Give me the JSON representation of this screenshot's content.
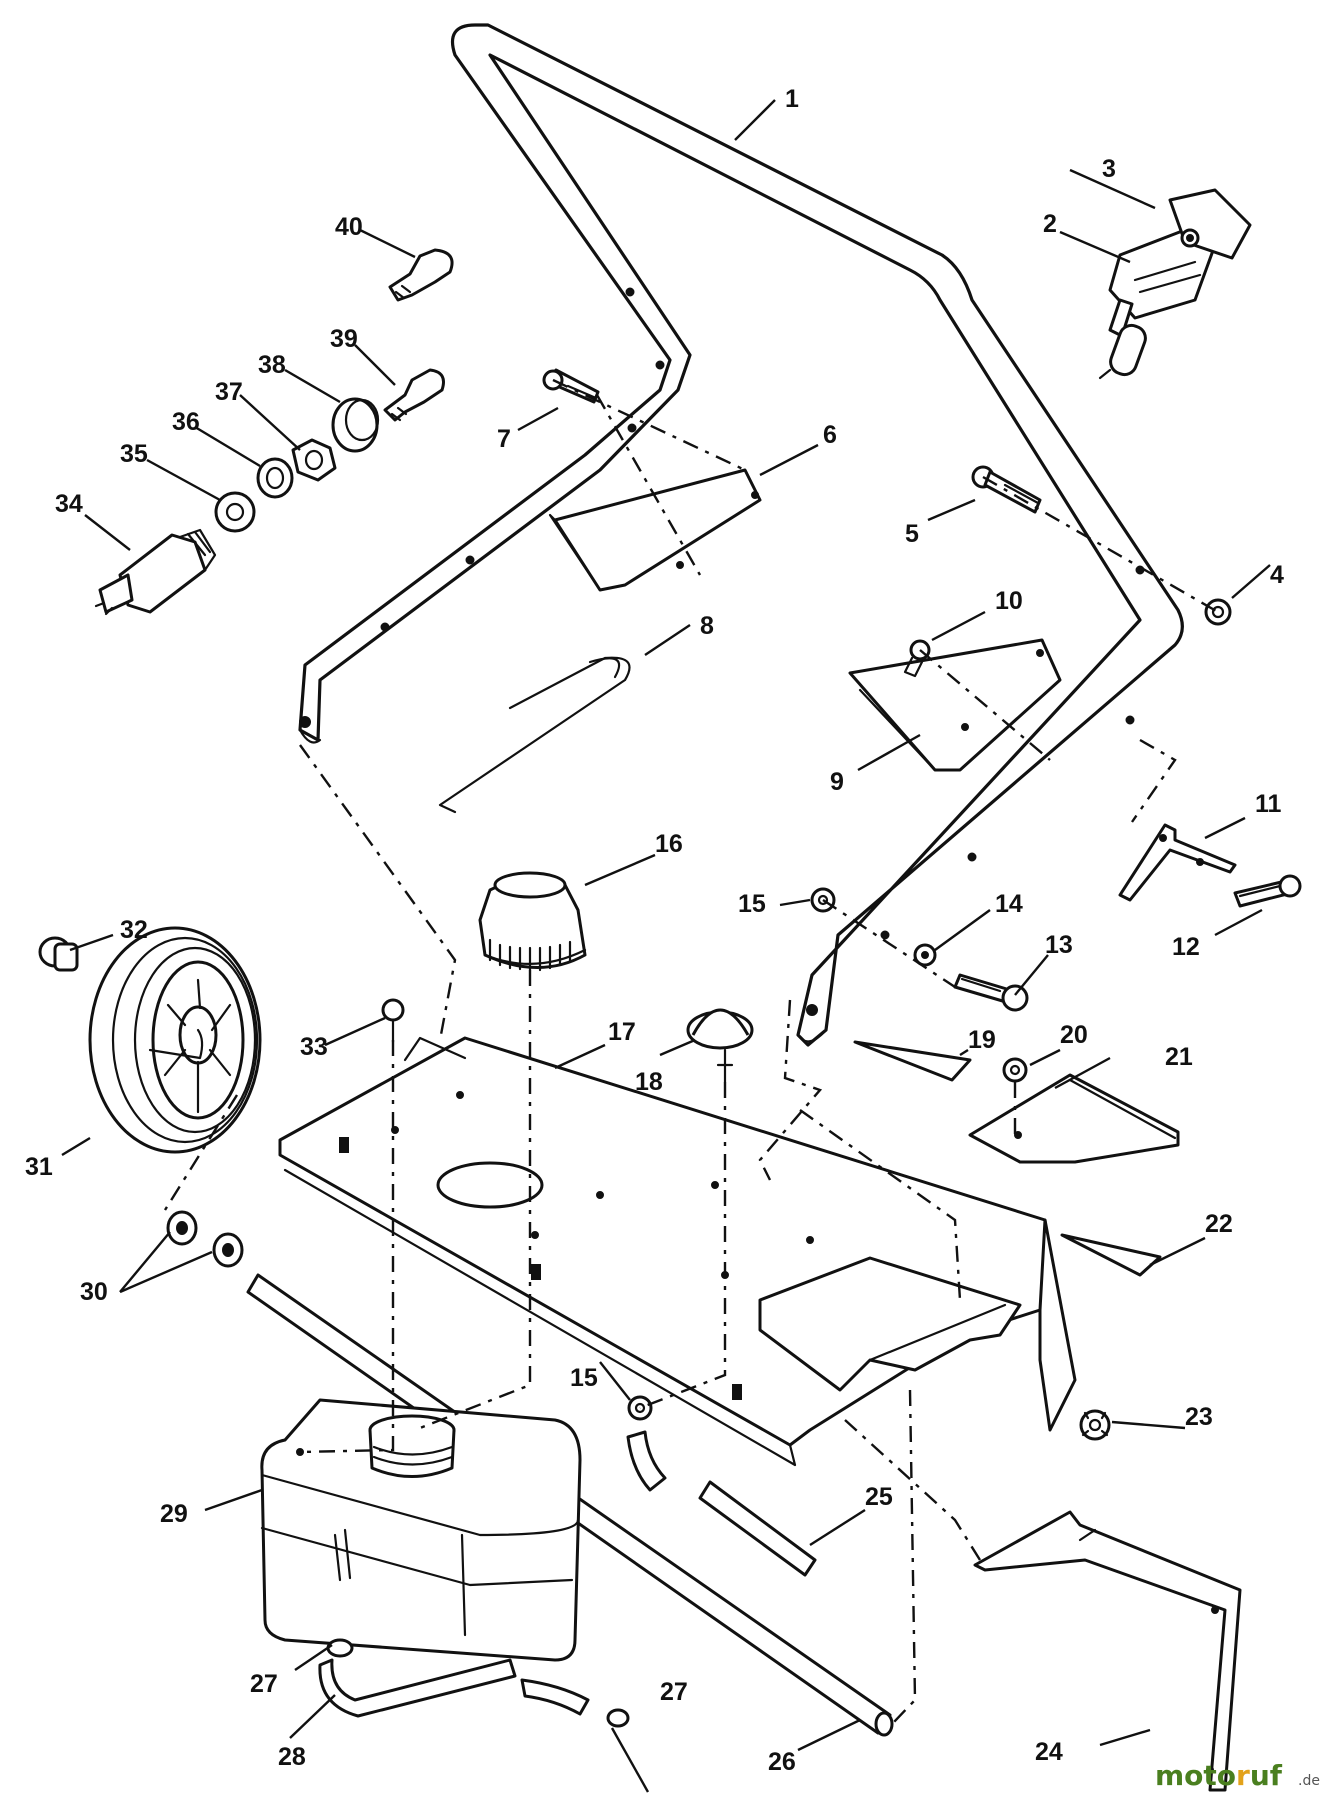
{
  "diagram": {
    "callouts": [
      {
        "id": "c1",
        "label": "1"
      },
      {
        "id": "c2",
        "label": "2"
      },
      {
        "id": "c3",
        "label": "3"
      },
      {
        "id": "c4",
        "label": "4"
      },
      {
        "id": "c5",
        "label": "5"
      },
      {
        "id": "c6",
        "label": "6"
      },
      {
        "id": "c7",
        "label": "7"
      },
      {
        "id": "c8",
        "label": "8"
      },
      {
        "id": "c9",
        "label": "9"
      },
      {
        "id": "c10",
        "label": "10"
      },
      {
        "id": "c11",
        "label": "11"
      },
      {
        "id": "c12",
        "label": "12"
      },
      {
        "id": "c13",
        "label": "13"
      },
      {
        "id": "c14",
        "label": "14"
      },
      {
        "id": "c15a",
        "label": "15"
      },
      {
        "id": "c15b",
        "label": "15"
      },
      {
        "id": "c16",
        "label": "16"
      },
      {
        "id": "c17",
        "label": "17"
      },
      {
        "id": "c18",
        "label": "18"
      },
      {
        "id": "c19",
        "label": "19"
      },
      {
        "id": "c20",
        "label": "20"
      },
      {
        "id": "c21",
        "label": "21"
      },
      {
        "id": "c22",
        "label": "22"
      },
      {
        "id": "c23",
        "label": "23"
      },
      {
        "id": "c24",
        "label": "24"
      },
      {
        "id": "c25",
        "label": "25"
      },
      {
        "id": "c26",
        "label": "26"
      },
      {
        "id": "c27a",
        "label": "27"
      },
      {
        "id": "c27b",
        "label": "27"
      },
      {
        "id": "c28",
        "label": "28"
      },
      {
        "id": "c29",
        "label": "29"
      },
      {
        "id": "c30",
        "label": "30"
      },
      {
        "id": "c31",
        "label": "31"
      },
      {
        "id": "c32",
        "label": "32"
      },
      {
        "id": "c33",
        "label": "33"
      },
      {
        "id": "c34",
        "label": "34"
      },
      {
        "id": "c35",
        "label": "35"
      },
      {
        "id": "c36",
        "label": "36"
      },
      {
        "id": "c37",
        "label": "37"
      },
      {
        "id": "c38",
        "label": "38"
      },
      {
        "id": "c39",
        "label": "39"
      },
      {
        "id": "c40",
        "label": "40"
      }
    ]
  },
  "watermark": {
    "brand": "motoruf",
    "suffix": ".de",
    "colors": [
      "#4a7f1f",
      "#e3a21a"
    ]
  }
}
